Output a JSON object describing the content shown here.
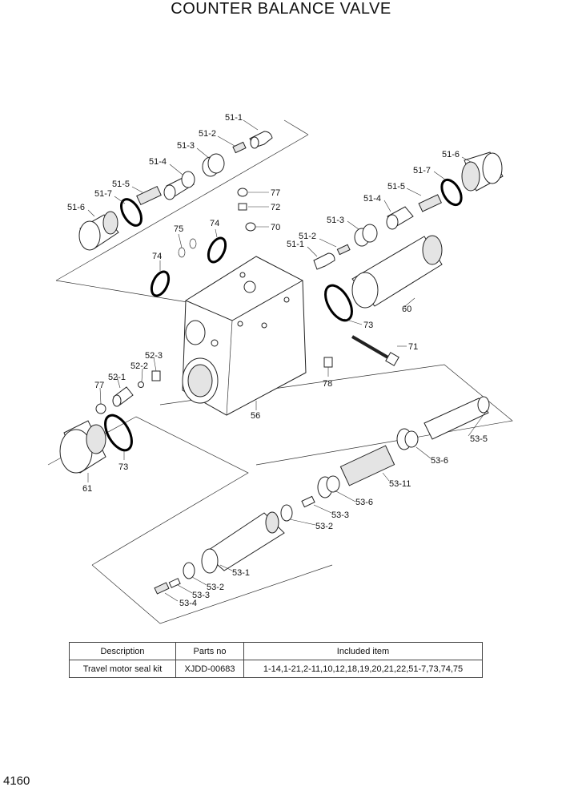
{
  "title": "COUNTER BALANCE VALVE",
  "page_number": "4160",
  "table": {
    "headers": [
      "Description",
      "Parts no",
      "Included item"
    ],
    "rows": [
      [
        "Travel motor seal kit",
        "XJDD-00683",
        "1-14,1-21,2-11,10,12,18,19,20,21,22,51-7,73,74,75"
      ]
    ]
  },
  "callouts": {
    "c51_1a": "51-1",
    "c51_2a": "51-2",
    "c51_3a": "51-3",
    "c51_4a": "51-4",
    "c51_5a": "51-5",
    "c51_7a": "51-7",
    "c51_6a": "51-6",
    "c51_6b": "51-6",
    "c51_7b": "51-7",
    "c51_5b": "51-5",
    "c51_4b": "51-4",
    "c51_3b": "51-3",
    "c51_2b": "51-2",
    "c51_1b": "51-1",
    "c77a": "77",
    "c72": "72",
    "c70": "70",
    "c74a": "74",
    "c75": "75",
    "c74b": "74",
    "c73a": "73",
    "c60": "60",
    "c71": "71",
    "c78": "78",
    "c56": "56",
    "c52_3": "52-3",
    "c52_2": "52-2",
    "c52_1": "52-1",
    "c77b": "77",
    "c73b": "73",
    "c61": "61",
    "c53_5": "53-5",
    "c53_6a": "53-6",
    "c53_11": "53-11",
    "c53_6b": "53-6",
    "c53_3a": "53-3",
    "c53_2a": "53-2",
    "c53_1": "53-1",
    "c53_2b": "53-2",
    "c53_3b": "53-3",
    "c53_4": "53-4"
  }
}
